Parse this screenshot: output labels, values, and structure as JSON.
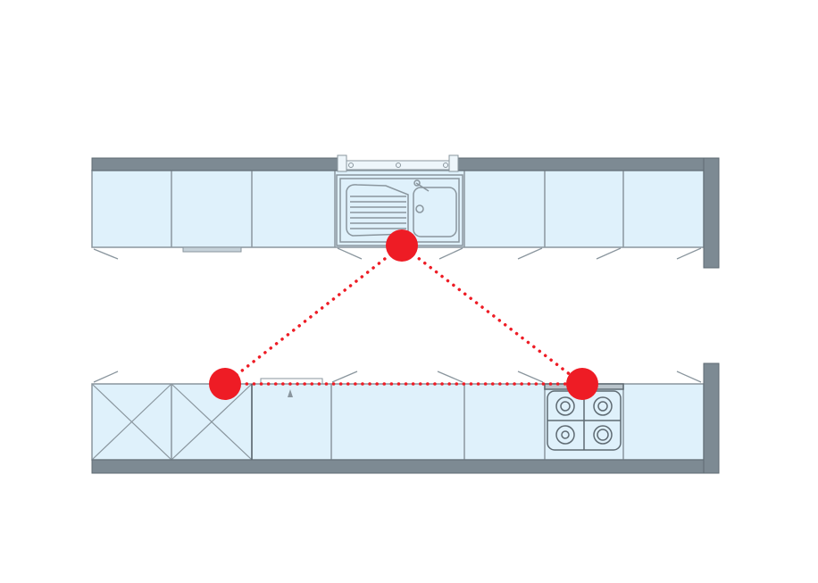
{
  "colors": {
    "wall": "#7d8a93",
    "wall_stroke": "#5f6b73",
    "cabinet_fill": "#dff1fb",
    "cabinet_line": "#8a969e",
    "triangle": "#ee1c25",
    "background": "#ffffff"
  },
  "work_triangle": {
    "vertices": [
      "sink",
      "fridge",
      "stove"
    ]
  }
}
